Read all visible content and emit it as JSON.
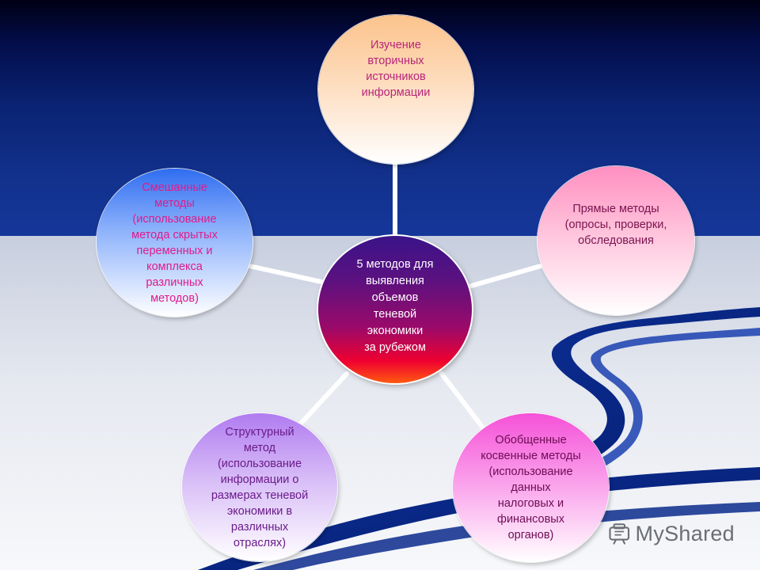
{
  "diagram": {
    "center": {
      "label": "5 методов для\nвыявления\nобъемов\nтеневой\nэкономики\nза рубежом"
    },
    "nodes": {
      "top": {
        "label": "Изучение\nвторичных\nисточников\nинформации"
      },
      "right": {
        "label": "Прямые методы\n(опросы, проверки,\nобследования"
      },
      "left": {
        "label": "Смешанные\nметоды\n(использование\nметода скрытых\nпеременных и\nкомплекса\nразличных\nметодов)"
      },
      "bottom_left": {
        "label": "Структурный\nметод\n(использование\nинформации о\nразмерах теневой\nэкономики в\nразличных\nотраслях)"
      },
      "bottom_right": {
        "label": "Обобщенные\nкосвенные методы\n(использование\nданных\nналоговых и\nфинансовых\nорганов)"
      }
    }
  },
  "watermark": {
    "text": "MyShared",
    "icon": "myshared-logo-icon"
  },
  "colors": {
    "sky_top": "#000014",
    "sky_bottom": "#15379a",
    "ribbon": "#0a2a8c",
    "center_top": "#3a1389",
    "center_bottom": "#ff5a10",
    "connector": "#ffffff"
  }
}
